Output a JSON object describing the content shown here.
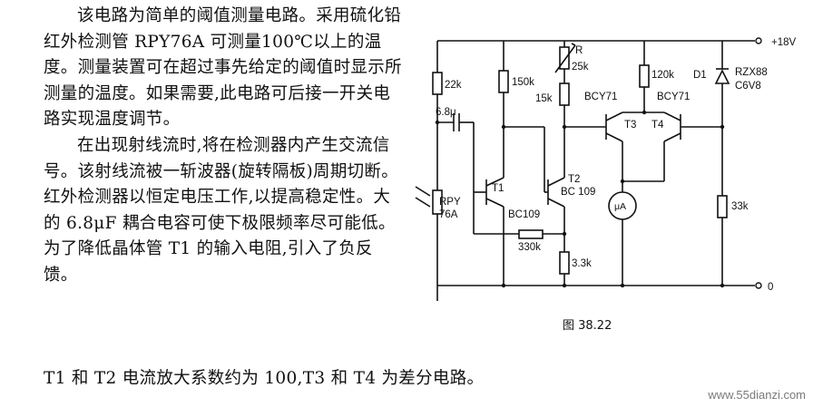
{
  "article": {
    "paragraph1": "该电路为简单的阈值测量电路。采用硫化铅红外检测管 RPY76A 可测量100℃以上的温度。测量装置可在超过事先给定的阈值时显示所测量的温度。如果需要,此电路可后接一开关电路实现温度调节。",
    "paragraph2": "在出现射线流时,将在检测器内产生交流信号。该射线流被一斩波器(旋转隔板)周期切断。红外检测器以恒定电压工作,以提高稳定性。大的 6.8μF 耦合电容可使下极限频率尽可能低。为了降低晶体管 T1 的输入电阻,引入了负反馈。",
    "last_line": "T1 和 T2 电流放大系数约为 100,T3 和 T4 为差分电路。"
  },
  "figure": {
    "caption": "图 38.22",
    "supply_pos": "+18V",
    "supply_zero": "0",
    "components": {
      "r_22k": "22k",
      "c_68": "6.8μ",
      "r_150k": "150k",
      "pot_r": "R",
      "pot_25k": "25k",
      "r_15k": "15k",
      "r_120k": "120k",
      "zener_name": "D1",
      "zener_part1": "RZX88",
      "zener_part2": "C6V8",
      "t1": "T1",
      "t2": "T2",
      "t2_part": "BC 109",
      "t1_part": "BC109",
      "t3_part": "BCY71",
      "t4_part": "BCY71",
      "t3": "T3",
      "t4": "T4",
      "meter": "μA",
      "detector1": "RPY",
      "detector2": "76A",
      "r_330k": "330k",
      "r_33k_emitter": "3.3k",
      "r_33k": "33k"
    }
  },
  "watermark": "www.55dianzi.com"
}
